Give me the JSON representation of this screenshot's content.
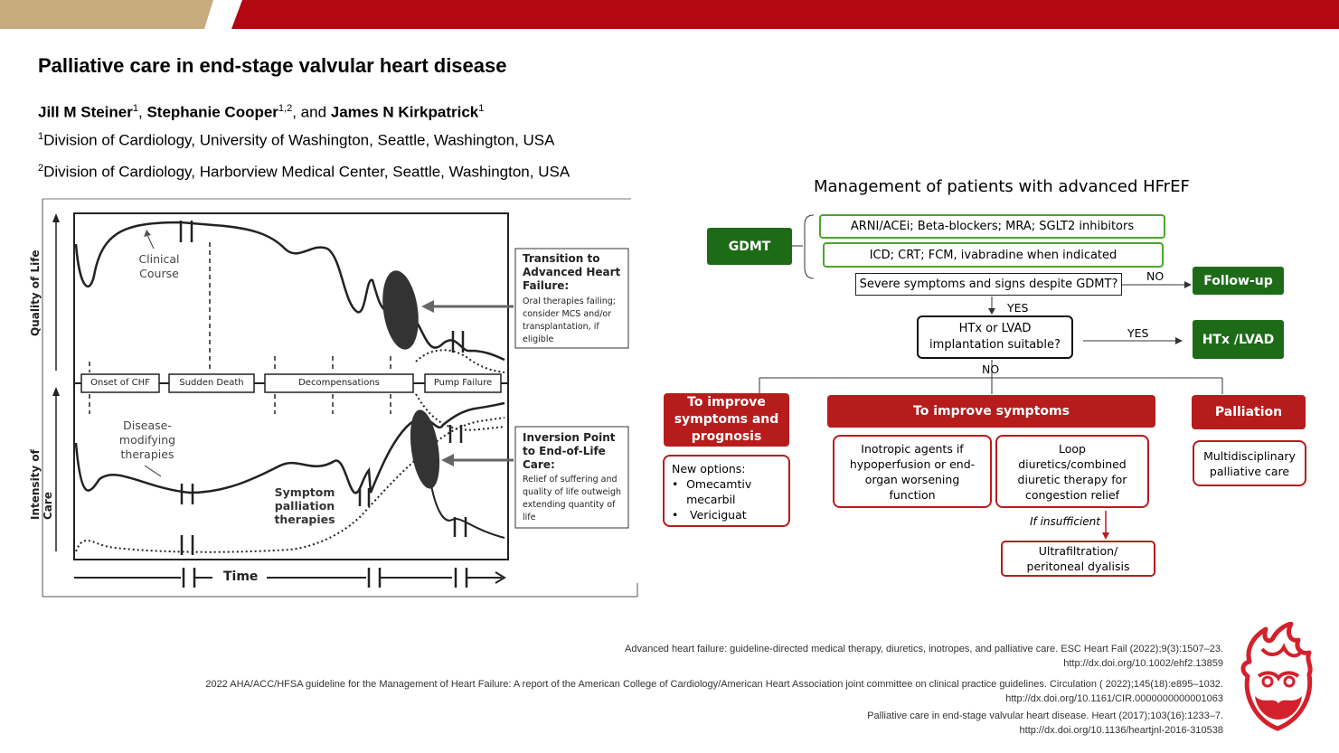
{
  "slide": {
    "title": "Palliative care in end-stage valvular heart disease",
    "authors": [
      {
        "name": "Jill M Steiner",
        "sup": "1"
      },
      {
        "name": "Stephanie Cooper",
        "sup": "1,2"
      },
      {
        "name": "James N Kirkpatrick",
        "sup": "1"
      }
    ],
    "author_sep": ", ",
    "author_and": ", and ",
    "affiliations": [
      {
        "sup": "1",
        "text": "Division of Cardiology, University of Washington, Seattle, Washington, USA"
      },
      {
        "sup": "2",
        "text": "Division of Cardiology, Harborview Medical Center, Seattle, Washington, USA"
      }
    ]
  },
  "left_figure": {
    "y_axis_top": "Quality of Life",
    "y_axis_bottom": "Intensity of Care",
    "x_axis": "Time",
    "clinical_course": "Clinical Course",
    "disease_modifying": "Disease-modifying therapies",
    "symptom_palliation": "Symptom palliation therapies",
    "timeline": [
      "Onset of CHF",
      "Sudden Death",
      "Decompensations",
      "Pump Failure"
    ],
    "box1": {
      "title": "Transition to Advanced Heart Failure:",
      "body": "Oral therapies failing; consider MCS and/or transplantation, if eligible"
    },
    "box2": {
      "title": "Inversion Point to End-of-Life Care:",
      "body": "Relief of suffering and quality of life outweigh extending quantity of life"
    }
  },
  "flowchart": {
    "title": "Management of patients with advanced HFrEF",
    "gdmt": "GDMT",
    "gdmt_items": [
      "ARNI/ACEi; Beta-blockers; MRA; SGLT2 inhibitors",
      "ICD; CRT; FCM, ivabradine when indicated"
    ],
    "question1": "Severe symptoms and signs despite GDMT?",
    "no1": "NO",
    "follow_up": "Follow-up",
    "yes1": "YES",
    "question2": "HTx or LVAD implantation suitable?",
    "yes2": "YES",
    "htx_lvad": "HTx /LVAD",
    "no2": "NO",
    "branch1": {
      "title": "To improve symptoms and prognosis",
      "new_options_label": "New options:",
      "options": [
        "Omecamtiv mecarbil",
        "Vericiguat"
      ]
    },
    "branch2": {
      "title": "To improve symptoms",
      "left": "Inotropic agents if hypoperfusion or end-organ worsening function",
      "right": "Loop diuretics/combined diuretic therapy for congestion relief",
      "if_insufficient": "If insufficient",
      "bottom": "Ultrafiltration/ peritoneal dyalisis"
    },
    "branch3": {
      "title": "Palliation",
      "body": "Multidisciplinary palliative care"
    }
  },
  "references": [
    {
      "line1": "Advanced heart failure: guideline-directed medical therapy, diuretics, inotropes, and palliative care. ESC Heart Fail (2022);9(3):1507–23.",
      "line2": "http://dx.doi.org/10.1002/ehf2.13859"
    },
    {
      "line1": "2022 AHA/ACC/HFSA guideline for the Management of Heart Failure: A report of the American College of Cardiology/American Heart Association joint committee on clinical practice guidelines. Circulation ( 2022);145(18):e895–1032.",
      "line2": "http://dx.doi.org/10.1161/CIR.0000000000001063"
    },
    {
      "line1": "Palliative care in end-stage valvular heart disease. Heart (2017);103(16):1233–7.",
      "line2": "http://dx.doi.org/10.1136/heartjnl-2016-310538"
    }
  ],
  "colors": {
    "gold": "#c7ab7e",
    "red": "#b10812",
    "green": "#1e6b17",
    "green_border": "#4aa52d",
    "branch_red": "#b71c1c"
  },
  "logo": "flame-mascot-logo"
}
